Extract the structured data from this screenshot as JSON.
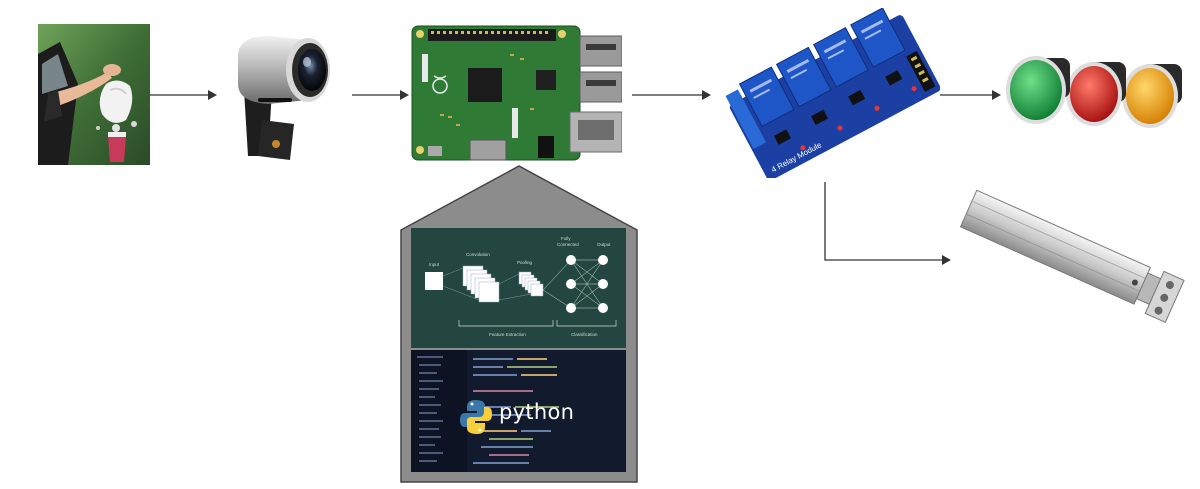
{
  "cnn": {
    "input_label": "Input",
    "convolution_label": "Convolution",
    "pooling_label": "Pooling",
    "fully_connected_label_1": "Fully",
    "fully_connected_label_2": "Connected",
    "output_label": "Output",
    "feature_extraction_label": "Feature Extraction",
    "classification_label": "Classification"
  },
  "python_logo_text": "python",
  "relay": {
    "board_text": "4 Relay Module",
    "colors": {
      "pcb": "#1c3fa3",
      "relay": "#1e56c8"
    }
  },
  "lamps": {
    "colors": [
      "#1aa64a",
      "#d81e1e",
      "#f2a100"
    ]
  },
  "raspberry": {
    "colors": {
      "pcb": "#2f7a34",
      "soc": "#1b1b1b"
    }
  },
  "cnn_panel_color": "#234740",
  "house_color": "#8c8c8c"
}
